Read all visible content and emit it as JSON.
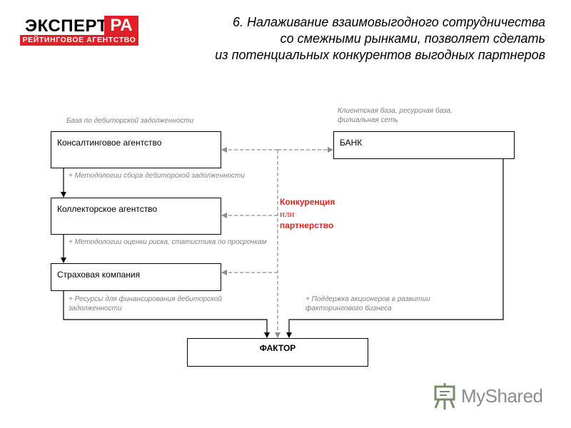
{
  "logo": {
    "top": "ЭКСПЕРТ",
    "ra": "РА",
    "bottom": "РЕЙТИНГОВОЕ АГЕНТСТВО"
  },
  "title": {
    "line1": "6. Налаживание взаимовыгодного сотрудничества",
    "line2": "со смежными рынками, позволяет сделать",
    "line3": "из потенциальных конкурентов выгодных партнеров"
  },
  "boxes": {
    "consult": "Консалтинговое агентство",
    "collect": "Коллекторское агентство",
    "insurance": "Страховая компания",
    "bank": "БАНК",
    "factor": "ФАКТОР"
  },
  "notes": {
    "debt_base": "База по дебиторской задолженности",
    "client_base_1": "Клиентская база, ресурсная база,",
    "client_base_2": "филиальная сеть",
    "methods_collect": "+ Методологии сбора дебиторской задолженности",
    "methods_risk": "+ Методологии оценки риска, статистика по просрочкам",
    "resources_1": "+ Ресурсы для финансирования дебиторской",
    "resources_2": "задолженности",
    "support_1": "+ Поддержка акционеров в развитии",
    "support_2": "факторингового бизнеса"
  },
  "center": {
    "competition": "Конкуренция",
    "or": "или",
    "partnership": "партнерство"
  },
  "watermark": {
    "text": "MyShared",
    "icon": "presentation-board-icon"
  },
  "colors": {
    "accent": "#e21e26",
    "dashed": "#8c8c8c"
  }
}
